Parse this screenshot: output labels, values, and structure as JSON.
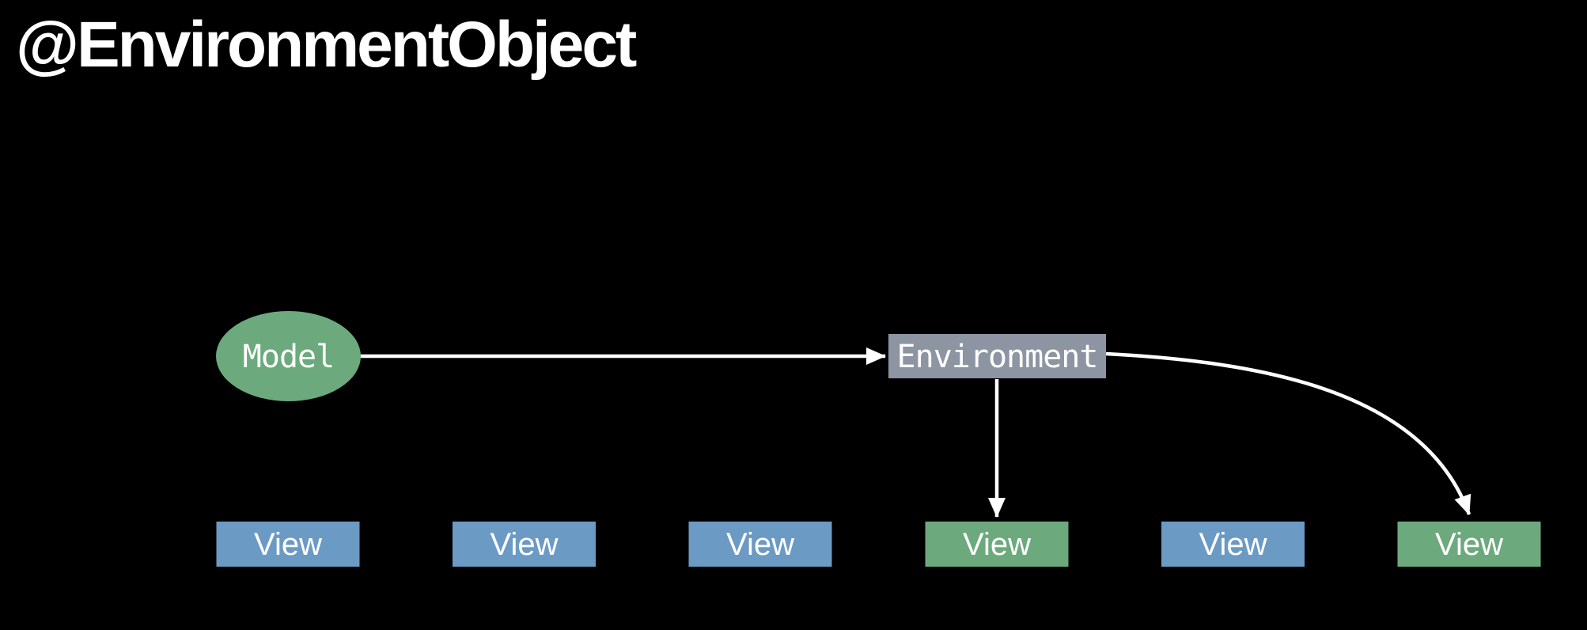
{
  "title": "@EnvironmentObject",
  "colors": {
    "background": "#000000",
    "green": "#6CAA7D",
    "blue": "#6B9AC4",
    "gray": "#8C95A1",
    "arrow": "#FFFFFF",
    "text": "#FFFFFF"
  },
  "nodes": {
    "model": {
      "label": "Model",
      "shape": "ellipse",
      "color": "#6CAA7D"
    },
    "environment": {
      "label": "Environment",
      "shape": "rect",
      "color": "#8C95A1"
    },
    "views": [
      {
        "label": "View",
        "color": "#6B9AC4"
      },
      {
        "label": "View",
        "color": "#6B9AC4"
      },
      {
        "label": "View",
        "color": "#6B9AC4"
      },
      {
        "label": "View",
        "color": "#6CAA7D"
      },
      {
        "label": "View",
        "color": "#6B9AC4"
      },
      {
        "label": "View",
        "color": "#6CAA7D"
      }
    ]
  },
  "edges": [
    {
      "from": "model",
      "to": "environment",
      "style": "straight-arrow"
    },
    {
      "from": "environment",
      "to": "view-4",
      "style": "straight-arrow-down"
    },
    {
      "from": "environment",
      "to": "view-6",
      "style": "curved-arrow"
    }
  ]
}
